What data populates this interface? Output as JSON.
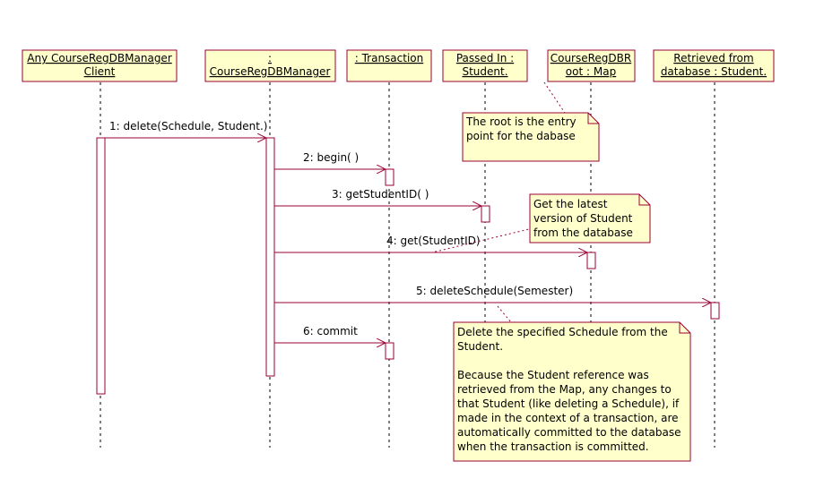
{
  "diagram": {
    "type": "UML sequence diagram",
    "participants": [
      {
        "id": "client",
        "lines": [
          "Any CourseRegDBManager",
          "Client"
        ]
      },
      {
        "id": "manager",
        "lines": [
          ":",
          "CourseRegDBManager"
        ]
      },
      {
        "id": "transaction",
        "lines": [
          ": Transaction"
        ]
      },
      {
        "id": "passed-student",
        "lines": [
          "Passed In :",
          "Student."
        ]
      },
      {
        "id": "root-map",
        "lines": [
          "CourseRegDBR",
          "oot : Map"
        ]
      },
      {
        "id": "retrieved-student",
        "lines": [
          "Retrieved from",
          "database : Student."
        ]
      }
    ],
    "messages": [
      {
        "label": "1: delete(Schedule, Student.)",
        "from": "client",
        "to": "manager"
      },
      {
        "label": "2: begin( )",
        "from": "manager",
        "to": "transaction"
      },
      {
        "label": "3: getStudentID( )",
        "from": "manager",
        "to": "passed-student"
      },
      {
        "label": "4: get(StudentID)",
        "from": "manager",
        "to": "root-map"
      },
      {
        "label": "5: deleteSchedule(Semester)",
        "from": "manager",
        "to": "retrieved-student"
      },
      {
        "label": "6: commit",
        "from": "manager",
        "to": "transaction"
      }
    ],
    "notes": [
      {
        "id": "root-note",
        "lines": [
          "The root is the entry",
          "point for the dabase"
        ]
      },
      {
        "id": "latest-note",
        "lines": [
          "Get the latest",
          "version of Student",
          "from the database"
        ]
      },
      {
        "id": "delete-note",
        "lines": [
          "Delete the specified Schedule from the",
          "Student.",
          "",
          "Because the Student reference was",
          "retrieved from the Map, any changes to",
          "that Student (like deleting a Schedule), if",
          "made in the context of a transaction, are",
          "automatically committed to the database",
          "when the transaction is committed."
        ]
      }
    ],
    "colors": {
      "border": "#990033",
      "fill": "#ffffcc",
      "background": "#ffffff"
    }
  }
}
